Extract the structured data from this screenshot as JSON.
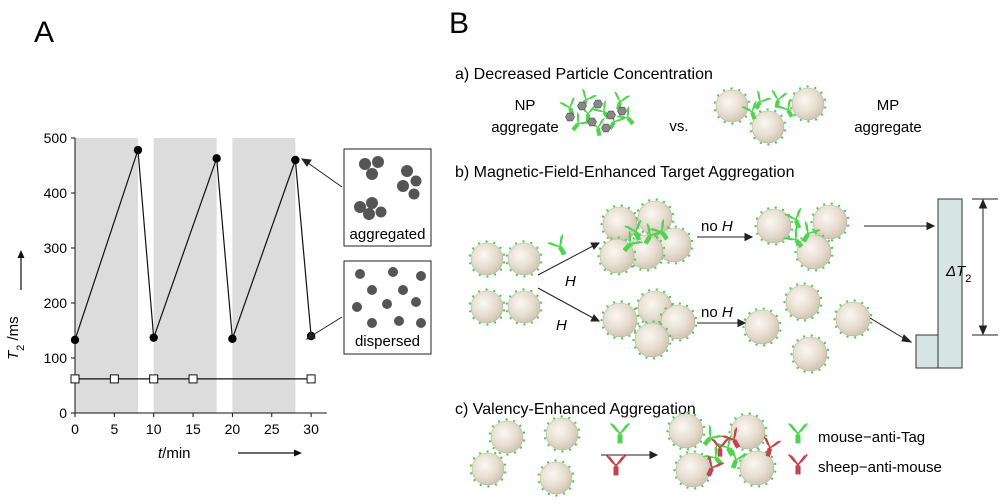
{
  "panel_a": {
    "letter": "A",
    "boxes": {
      "aggregated": "aggregated",
      "dispersed": "dispersed"
    },
    "chart_data": {
      "type": "line",
      "xlabel_var": "t",
      "xlabel_unit": "/min",
      "ylabel_var": "T",
      "ylabel_sub": "2",
      "ylabel_unit": " /ms",
      "xlim": [
        0,
        32
      ],
      "ylim": [
        0,
        500
      ],
      "xticks": [
        0,
        5,
        10,
        15,
        20,
        25,
        30
      ],
      "yticks": [
        0,
        100,
        200,
        300,
        400,
        500
      ],
      "shaded_intervals": [
        [
          0,
          8
        ],
        [
          10,
          18
        ],
        [
          20,
          28
        ]
      ],
      "series": [
        {
          "marker": "filled-circle",
          "x": [
            0,
            8,
            10,
            18,
            20,
            28,
            30
          ],
          "y": [
            133,
            478,
            137,
            463,
            135,
            460,
            140
          ]
        },
        {
          "marker": "open-square",
          "x": [
            0,
            5,
            10,
            15,
            30
          ],
          "y": [
            62,
            62,
            62,
            62,
            62
          ]
        }
      ]
    }
  },
  "panel_b": {
    "letter": "B",
    "a_title": "a) Decreased Particle Concentration",
    "np_line1": "NP",
    "np_line2": "aggregate",
    "vs": "vs.",
    "mp_line1": "MP",
    "mp_line2": "aggregate",
    "b_title": "b) Magnetic-Field-Enhanced Target Aggregation",
    "h_symbol": "H",
    "no_text": "no ",
    "delta": "ΔT",
    "delta_sub": "2",
    "c_title": "c) Valency-Enhanced Aggregation",
    "legend_mouse": "mouse−anti-Tag",
    "legend_sheep": "sheep−anti-mouse",
    "colors": {
      "antibody_green": "#4fd44f",
      "antibody_red": "#c4424f",
      "bar_fill": "#d6e4e3",
      "shade": "#dcdcdc",
      "dot": "#555555"
    }
  }
}
